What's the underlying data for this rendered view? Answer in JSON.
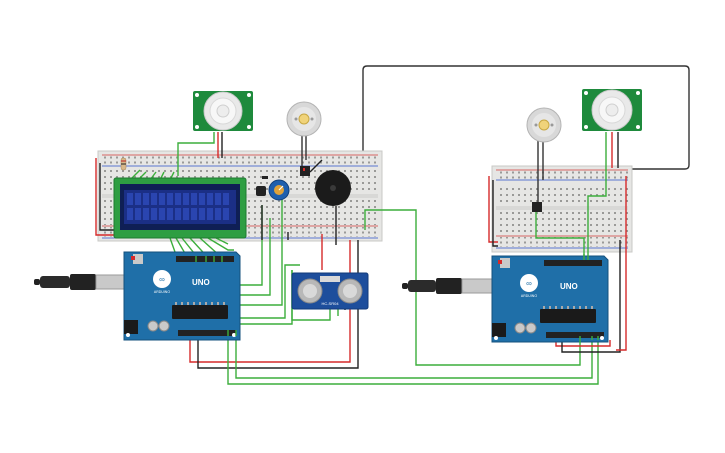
{
  "boards": {
    "left": {
      "label": "UNO",
      "brand": "ARDUINO"
    },
    "right": {
      "label": "UNO",
      "brand": "ARDUINO"
    }
  },
  "components": {
    "ultrasonic_label": "HC-SR04"
  },
  "colors": {
    "wire_green": "#3cae3c",
    "wire_red": "#d62a2a",
    "wire_black": "#222222",
    "arduino_blue": "#1f6fa8",
    "breadboard": "#e8e8e6",
    "pir_green": "#1e8a3c",
    "lcd_screen": "#1b2f86",
    "lcd_pcb": "#2e9e42"
  },
  "icons": [
    "usb-cable-icon",
    "pir-sensor-icon",
    "dc-motor-icon",
    "buzzer-icon",
    "potentiometer-icon",
    "lcd-display-icon",
    "ultrasonic-sensor-icon",
    "arduino-board-icon"
  ]
}
